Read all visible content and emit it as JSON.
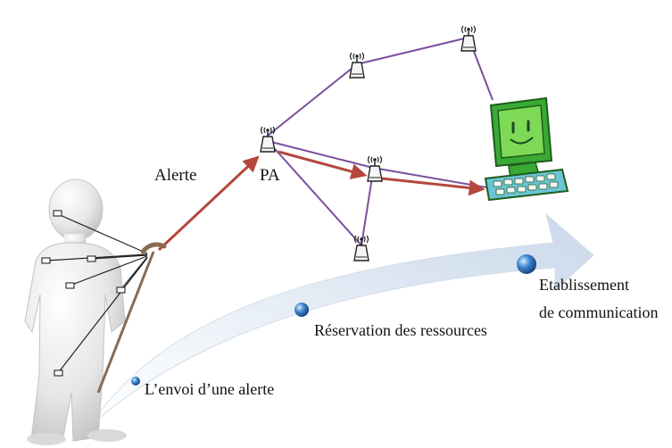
{
  "labels": {
    "alert": "Alerte",
    "access_point": "PA",
    "step1": "L’envoi d’une alerte",
    "step2": "Réservation des ressources",
    "step3_line1": "Etablissement",
    "step3_line2": "de communication"
  },
  "nodes": [
    {
      "id": "pa",
      "kind": "access-point"
    },
    {
      "id": "ap-top-left",
      "kind": "access-point"
    },
    {
      "id": "ap-top-right",
      "kind": "access-point"
    },
    {
      "id": "ap-middle",
      "kind": "access-point"
    },
    {
      "id": "ap-bottom",
      "kind": "access-point"
    },
    {
      "id": "monitoring-computer",
      "kind": "computer"
    },
    {
      "id": "patient",
      "kind": "person-with-sensors"
    }
  ],
  "links": [
    {
      "from": "pa",
      "to": "ap-top-left",
      "style": "purple"
    },
    {
      "from": "ap-top-left",
      "to": "ap-top-right",
      "style": "purple"
    },
    {
      "from": "ap-top-right",
      "to": "monitoring-computer",
      "style": "purple"
    },
    {
      "from": "pa",
      "to": "ap-middle",
      "style": "purple"
    },
    {
      "from": "pa",
      "to": "ap-bottom",
      "style": "purple"
    },
    {
      "from": "ap-bottom",
      "to": "ap-middle",
      "style": "purple"
    },
    {
      "from": "ap-middle",
      "to": "monitoring-computer",
      "style": "purple"
    },
    {
      "from": "patient",
      "to": "pa",
      "style": "red-arrow"
    },
    {
      "from": "pa",
      "to": "ap-middle",
      "style": "red-arrow"
    },
    {
      "from": "ap-middle",
      "to": "monitoring-computer",
      "style": "red-arrow"
    }
  ],
  "colors": {
    "link": "#7a4f9e",
    "alert_path": "#b5473d",
    "progress_arrow": "#dfe8f3",
    "milestone": "#2f6fb6",
    "monitor_screen": "#7ed957",
    "monitor_frame": "#3aa935",
    "wire": "#222222"
  },
  "icons": {
    "access_point": "antenna-tower-icon",
    "computer": "computer-monitor-icon",
    "patient": "person-figure-icon",
    "milestone": "blue-sphere-icon"
  }
}
